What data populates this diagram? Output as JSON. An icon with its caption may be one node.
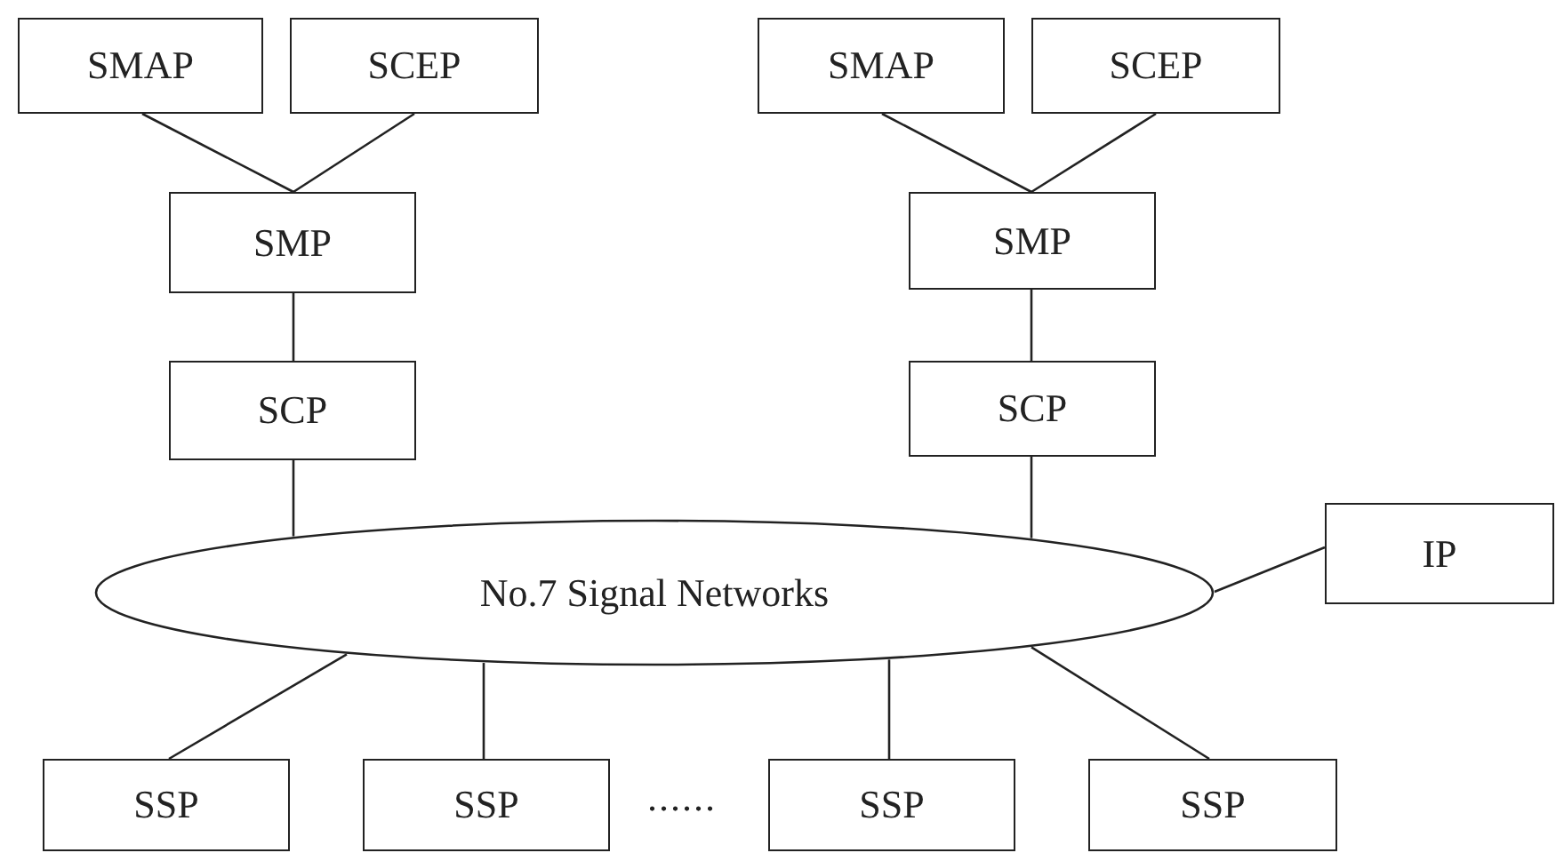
{
  "diagram": {
    "nodes": [
      {
        "text": [
          "SMAP"
        ]
      },
      {
        "text": [
          "SCEP"
        ]
      },
      {
        "text": [
          "SMP"
        ]
      },
      {
        "text": [
          "SCP"
        ]
      },
      {
        "text": [
          "SMAP"
        ]
      },
      {
        "text": [
          "SCEP"
        ]
      },
      {
        "text": [
          "SMP"
        ]
      },
      {
        "text": [
          "SCP"
        ]
      },
      {
        "text": [
          "No.7 Signal Networks"
        ]
      },
      {
        "text": [
          "IP"
        ]
      },
      {
        "text": [
          "SSP"
        ]
      },
      {
        "text": [
          "SSP"
        ]
      },
      {
        "text": [
          "SSP"
        ]
      },
      {
        "text": [
          "SSP"
        ]
      }
    ],
    "edges": [
      {
        "from": 0,
        "to": 2,
        "arrow": "none"
      },
      {
        "from": 1,
        "to": 2,
        "arrow": "none"
      },
      {
        "from": 2,
        "to": 3,
        "arrow": "none"
      },
      {
        "from": 3,
        "to": 8,
        "arrow": "none"
      },
      {
        "from": 4,
        "to": 6,
        "arrow": "none"
      },
      {
        "from": 5,
        "to": 6,
        "arrow": "none"
      },
      {
        "from": 6,
        "to": 7,
        "arrow": "none"
      },
      {
        "from": 7,
        "to": 8,
        "arrow": "none"
      },
      {
        "from": 8,
        "to": 9,
        "arrow": "none"
      },
      {
        "from": 8,
        "to": 10,
        "arrow": "none"
      },
      {
        "from": 8,
        "to": 11,
        "arrow": "none"
      },
      {
        "from": 8,
        "to": 12,
        "arrow": "none"
      },
      {
        "from": 8,
        "to": 13,
        "arrow": "none"
      }
    ],
    "labels": [
      "......"
    ]
  }
}
